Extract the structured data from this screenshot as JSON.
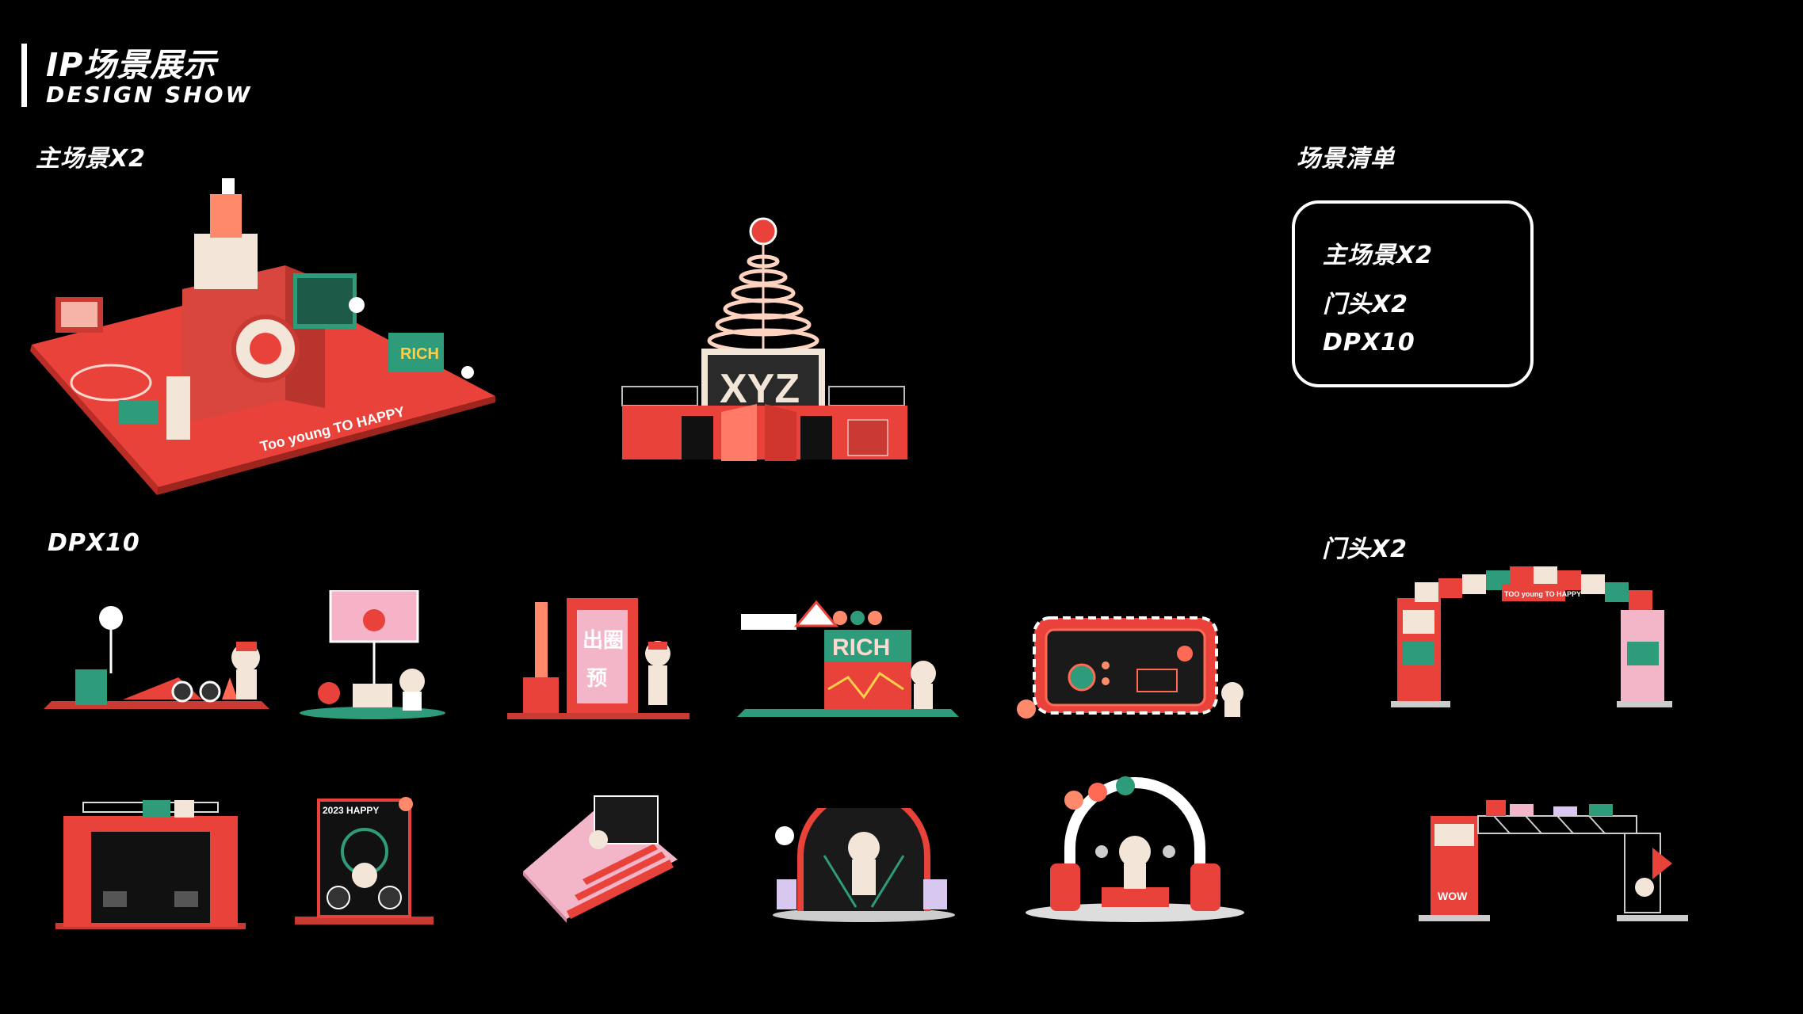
{
  "header": {
    "title": "IP场景展示",
    "subtitle": "DESIGN SHOW"
  },
  "sections": {
    "main_scenes": "主场景X2",
    "scene_list": "场景清单",
    "dp": "DPX10",
    "gates": "门头X2"
  },
  "scene_list": {
    "items": [
      "主场景X2",
      "门头X2",
      "DPX10"
    ]
  },
  "scene_text": {
    "slogan": "Too young TO HAPPY",
    "rich": "RICH",
    "xyz": "XYZ",
    "gate_slogan": "TOO young TO HAPPY",
    "wow": "WOW",
    "year": "2023 HAPPY",
    "door_word": "出圈",
    "door_word2": "预"
  },
  "colors": {
    "background": "#000000",
    "accent_red": "#e8423a",
    "accent_coral": "#ff6a55",
    "mint": "#2e9c7a",
    "cream": "#f3e6d8",
    "white": "#ffffff"
  }
}
